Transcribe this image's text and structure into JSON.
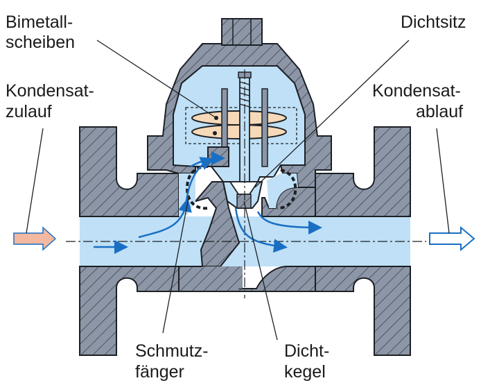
{
  "labels": {
    "bimetal_1": "Bimetall-",
    "bimetal_2": "scheiben",
    "dichtsitz": "Dichtsitz",
    "inlet_1": "Kondensat-",
    "inlet_2": "zulauf",
    "outlet_1": "Kondensat-",
    "outlet_2": "ablauf",
    "schmutz_1": "Schmutz-",
    "schmutz_2": "fänger",
    "kegel_1": "Dicht-",
    "kegel_2": "kegel"
  },
  "colors": {
    "body_fill": "#8c96a6",
    "hatch_line": "#3b4452",
    "fluid": "#bfe0f6",
    "arrow_blue": "#1a6fc4",
    "inlet_arrow": "#f3b9a0",
    "disc": "#f6d9b8",
    "outline": "#1c1f24"
  }
}
